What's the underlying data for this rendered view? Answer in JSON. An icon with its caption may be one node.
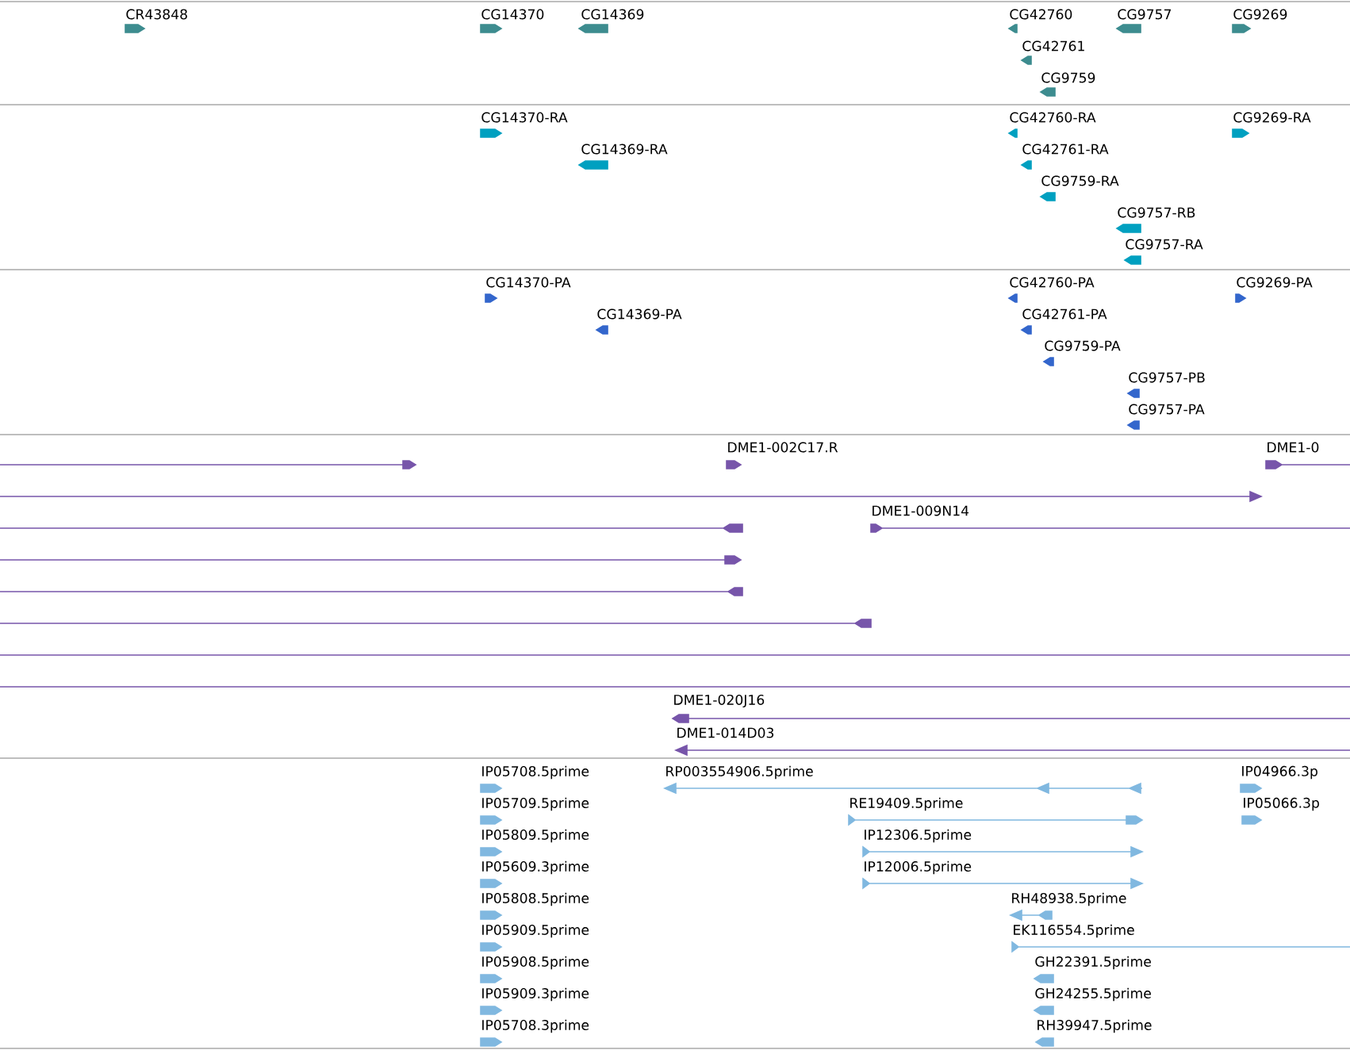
{
  "diagram": {
    "labels": [
      "CR43848",
      "CG14370",
      "CG14369",
      "CG42760",
      "CG9757",
      "CG9269",
      "CG42761",
      "CG9759",
      "CG14370-RA",
      "CG42760-RA",
      "CG9269-RA",
      "CG14369-RA",
      "CG42761-RA",
      "CG9759-RA",
      "CG9757-RB",
      "CG9757-RA",
      "CG14370-PA",
      "CG42760-PA",
      "CG9269-PA",
      "CG14369-PA",
      "CG42761-PA",
      "CG9759-PA",
      "CG9757-PB",
      "CG9757-PA",
      "DME1-002C17.R",
      "DME1-0",
      "DME1-009N14",
      "DME1-020J16",
      "DME1-014D03",
      "IP05708.5prime",
      "RP003554906.5prime",
      "IP04966.3p",
      "IP05709.5prime",
      "RE19409.5prime",
      "IP05066.3p",
      "IP05809.5prime",
      "IP12306.5prime",
      "IP05609.3prime",
      "IP12006.5prime",
      "IP05808.5prime",
      "RH48938.5prime",
      "IP05909.5prime",
      "EK116554.5prime",
      "IP05908.5prime",
      "GH22391.5prime",
      "IP05909.3prime",
      "GH24255.5prime",
      "IP05708.3prime",
      "RH39947.5prime"
    ]
  }
}
